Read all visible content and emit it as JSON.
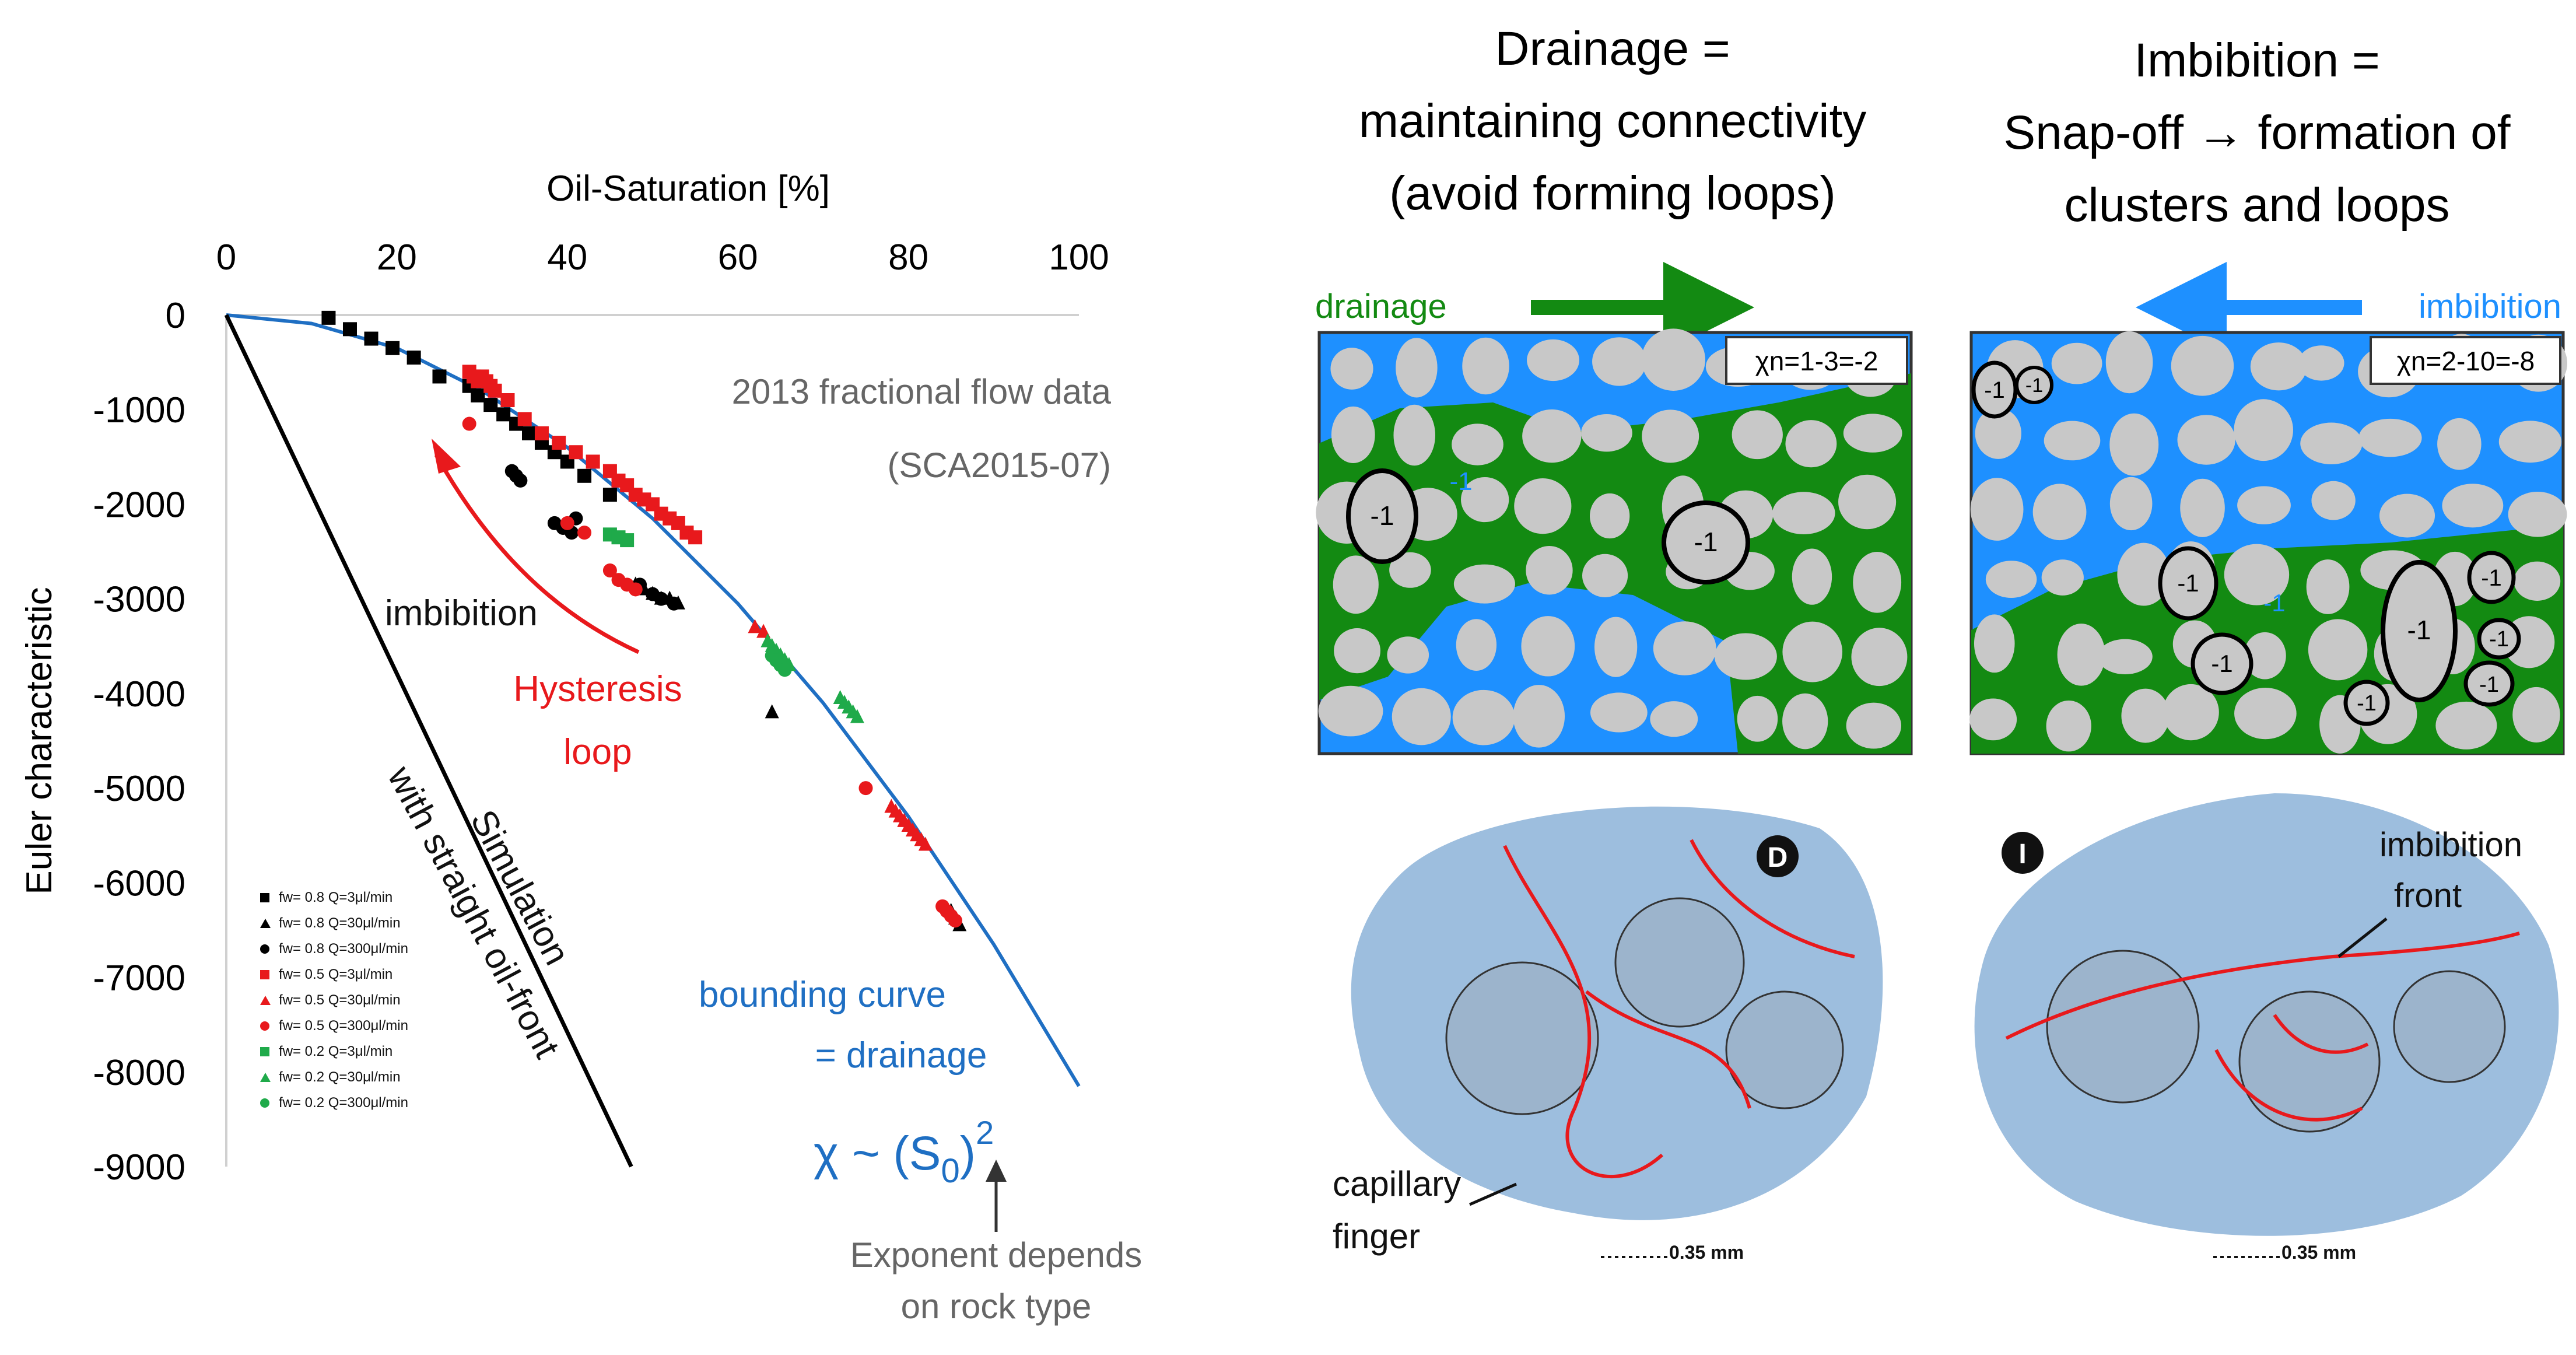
{
  "right": {
    "drainage_title_lines": [
      "Drainage =",
      "maintaining connectivity",
      "(avoid forming loops)"
    ],
    "imbibition_title_lines": [
      "Imbibition =",
      "Snap-off → formation of",
      "clusters and loops"
    ],
    "drainage_arrow_label": "drainage",
    "imbibition_arrow_label": "imbibition",
    "chi_drainage": "χn=1-3=-2",
    "chi_imbibition": "χn=2-10=-8",
    "cluster_label": "-1",
    "badge_d": "D",
    "badge_i": "I",
    "capillary_finger": [
      "capillary",
      "finger"
    ],
    "imbibition_front": [
      "imbibition",
      "front"
    ],
    "scale_bar": "0.35 mm",
    "colors": {
      "water": "#1e90ff",
      "oil": "#138a12",
      "grain": "#c8c8c8",
      "contact": "#e8191c"
    }
  },
  "chart_data": {
    "type": "scatter",
    "xlabel": "Oil-Saturation [%]",
    "ylabel": "Euler characteristic",
    "xlim": [
      0,
      100
    ],
    "ylim": [
      -9000,
      0
    ],
    "x_ticks": [
      0,
      20,
      40,
      60,
      80,
      100
    ],
    "y_ticks": [
      0,
      -1000,
      -2000,
      -3000,
      -4000,
      -5000,
      -6000,
      -7000,
      -8000,
      -9000
    ],
    "x_axis_position": "top",
    "grid": false,
    "legend_position": "bottom-left",
    "annotations": {
      "fractional_flow": [
        "2013 fractional flow data",
        "(SCA2015-07)"
      ],
      "imbibition": "imbibition",
      "hysteresis": [
        "Hysteresis",
        "loop"
      ],
      "simulation": [
        "Simulation",
        "with straight oil-front"
      ],
      "bounding": [
        "bounding curve",
        "= drainage"
      ],
      "formula_prefix": "χ ~ (S",
      "formula_sub": "0",
      "formula_close": ")",
      "formula_sup": "2",
      "exponent": [
        "Exponent depends",
        "on rock  type"
      ]
    },
    "lines": [
      {
        "name": "bounding curve = drainage",
        "color": "#1f6fc3",
        "x": [
          0,
          10,
          20,
          30,
          40,
          50,
          60,
          70,
          80,
          90,
          100
        ],
        "y": [
          0,
          -90,
          -350,
          -800,
          -1400,
          -2150,
          -3050,
          -4100,
          -5300,
          -6650,
          -8150
        ]
      },
      {
        "name": "Simulation with straight oil-front",
        "color": "#000000",
        "x": [
          0,
          47.5
        ],
        "y": [
          0,
          -9000
        ]
      }
    ],
    "series": [
      {
        "name": "fw= 0.8 Q=3μl/min",
        "color": "#000000",
        "marker": "square",
        "x": [
          12,
          14.5,
          17,
          19.5,
          22,
          25,
          28.5,
          29.5,
          31,
          32.5,
          34,
          35.5,
          37,
          38.5,
          40,
          42,
          45
        ],
        "y": [
          -30,
          -150,
          -250,
          -350,
          -450,
          -650,
          -750,
          -850,
          -950,
          -1050,
          -1150,
          -1250,
          -1350,
          -1450,
          -1550,
          -1700,
          -1900
        ]
      },
      {
        "name": "fw= 0.8 Q=30μl/min",
        "color": "#000000",
        "marker": "triangle",
        "x": [
          48,
          49,
          50,
          51,
          52,
          53,
          64,
          85,
          85.5,
          86
        ],
        "y": [
          -2850,
          -2900,
          -2950,
          -3000,
          -3000,
          -3050,
          -4200,
          -6300,
          -6380,
          -6450
        ]
      },
      {
        "name": "fw= 0.8 Q=300μl/min",
        "color": "#000000",
        "marker": "circle",
        "x": [
          33.5,
          34,
          34.5,
          38.5,
          39.5,
          40.5,
          41,
          48.5,
          50,
          51,
          52.5
        ],
        "y": [
          -1650,
          -1700,
          -1750,
          -2200,
          -2250,
          -2300,
          -2150,
          -2850,
          -2950,
          -3000,
          -3050
        ]
      },
      {
        "name": "fw= 0.5 Q=3μl/min",
        "color": "#e8191c",
        "marker": "square",
        "x": [
          28.5,
          29,
          29.5,
          30,
          30.5,
          31,
          31.5,
          33,
          35,
          37,
          39,
          41,
          43,
          45,
          46,
          47,
          48,
          49,
          50,
          51,
          52,
          53,
          54,
          55
        ],
        "y": [
          -600,
          -650,
          -700,
          -650,
          -700,
          -750,
          -800,
          -900,
          -1100,
          -1250,
          -1350,
          -1450,
          -1550,
          -1650,
          -1750,
          -1800,
          -1900,
          -1950,
          -2000,
          -2100,
          -2150,
          -2200,
          -2300,
          -2350
        ]
      },
      {
        "name": "fw= 0.5 Q=30μl/min",
        "color": "#e8191c",
        "marker": "triangle",
        "x": [
          62,
          63,
          78,
          78.5,
          79,
          79.5,
          80,
          80.5,
          81,
          81.5,
          82
        ],
        "y": [
          -3300,
          -3350,
          -5200,
          -5250,
          -5300,
          -5350,
          -5400,
          -5450,
          -5500,
          -5550,
          -5600
        ]
      },
      {
        "name": "fw= 0.5 Q=300μl/min",
        "color": "#e8191c",
        "marker": "circle",
        "x": [
          28.5,
          40,
          42,
          45,
          46,
          47,
          48,
          75,
          84,
          84.5,
          85,
          85.5
        ],
        "y": [
          -1150,
          -2200,
          -2300,
          -2700,
          -2800,
          -2850,
          -2900,
          -5000,
          -6250,
          -6300,
          -6350,
          -6400
        ]
      },
      {
        "name": "fw= 0.2 Q=3μl/min",
        "color": "#1faa4a",
        "marker": "square",
        "x": [
          45,
          46,
          47
        ],
        "y": [
          -2320,
          -2350,
          -2380
        ]
      },
      {
        "name": "fw= 0.2 Q=30μl/min",
        "color": "#1faa4a",
        "marker": "triangle",
        "x": [
          63.5,
          64,
          64.5,
          65,
          65.5,
          66,
          72,
          72.5,
          73,
          73.5,
          74
        ],
        "y": [
          -3450,
          -3500,
          -3550,
          -3600,
          -3650,
          -3700,
          -4050,
          -4100,
          -4150,
          -4200,
          -4250
        ]
      },
      {
        "name": "fw= 0.2 Q=300μl/min",
        "color": "#1faa4a",
        "marker": "circle",
        "x": [
          64,
          64.5,
          65,
          65.5
        ],
        "y": [
          -3600,
          -3650,
          -3700,
          -3750
        ]
      }
    ]
  }
}
